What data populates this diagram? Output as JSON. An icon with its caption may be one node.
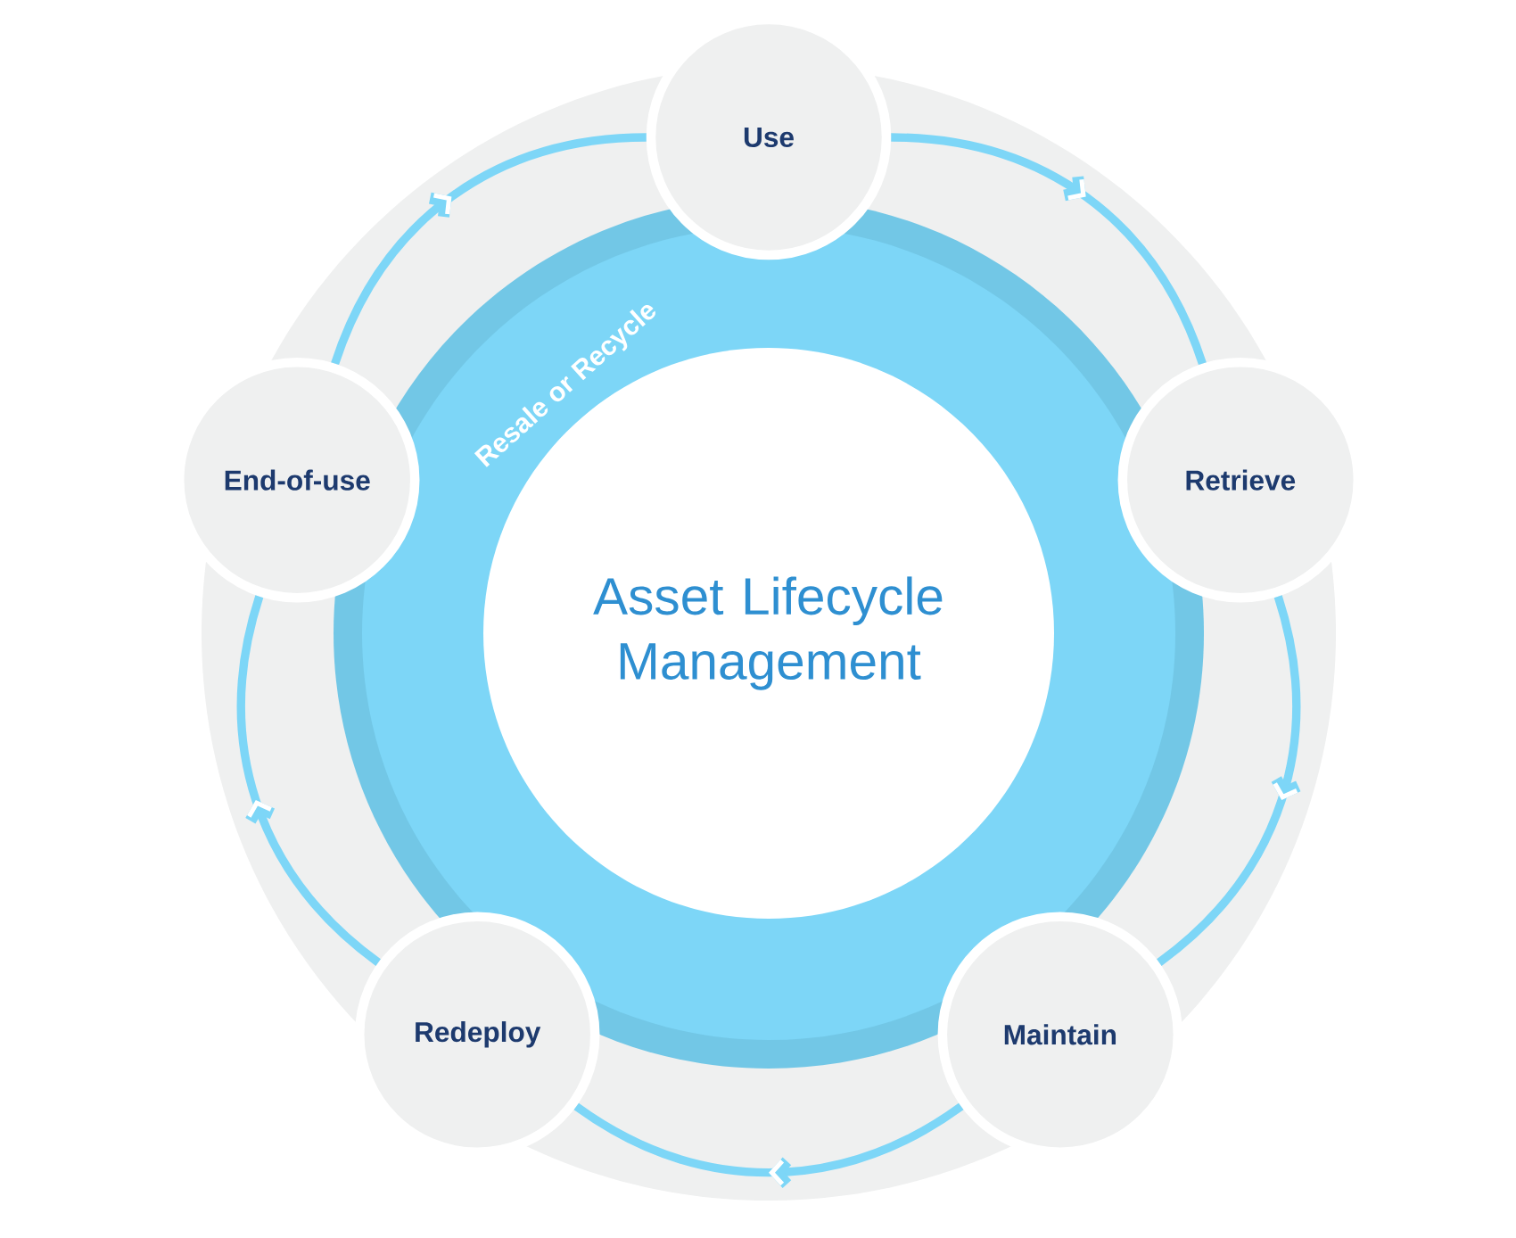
{
  "diagram": {
    "nodes": [
      {
        "text": [
          "Asset Lifecycle Management"
        ]
      },
      {
        "text": [
          "Use"
        ]
      },
      {
        "text": [
          "Retrieve"
        ]
      },
      {
        "text": [
          "Maintain"
        ]
      },
      {
        "text": [
          "Redeploy"
        ]
      },
      {
        "text": [
          "End-of-use"
        ]
      }
    ],
    "edges": [
      {
        "from": 1,
        "to": 2,
        "arrow": "to"
      },
      {
        "from": 2,
        "to": 3,
        "arrow": "to"
      },
      {
        "from": 3,
        "to": 4,
        "arrow": "to"
      },
      {
        "from": 4,
        "to": 5,
        "arrow": "to"
      },
      {
        "from": 5,
        "to": 1,
        "arrow": "to"
      }
    ],
    "labels": [
      "Resale or Recycle"
    ]
  }
}
